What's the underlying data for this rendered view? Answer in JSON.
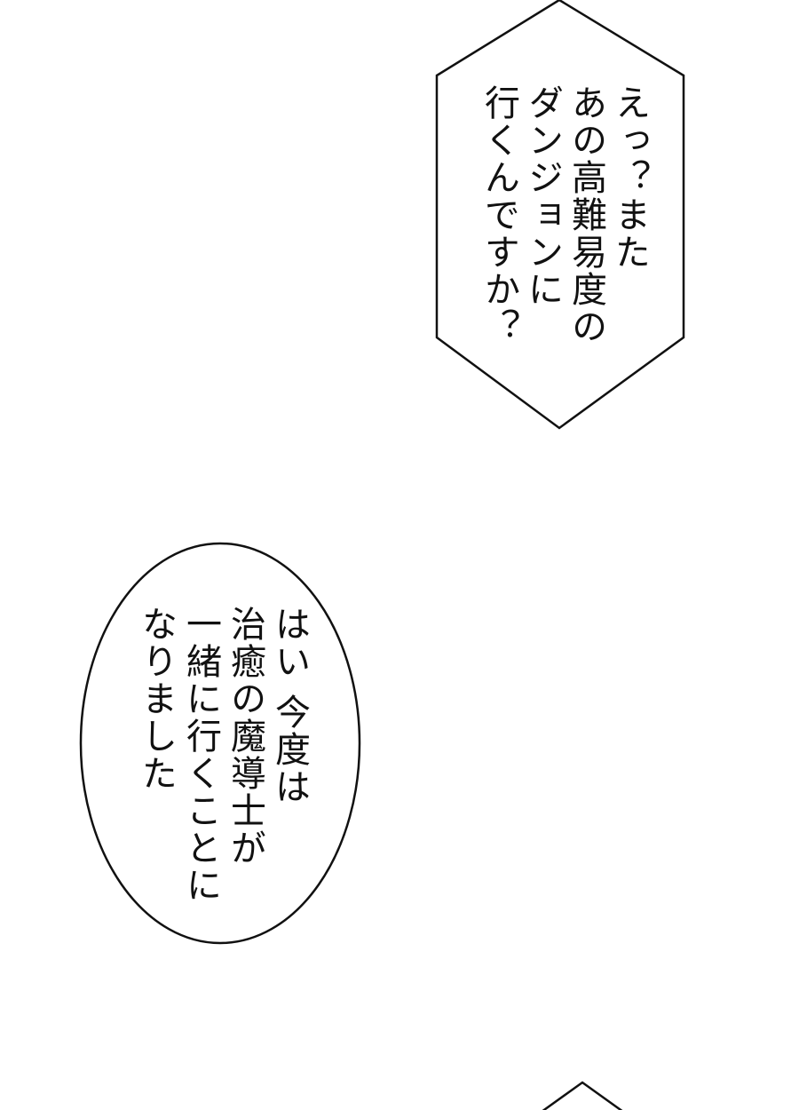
{
  "page": {
    "background": "#ffffff",
    "line_color": "#111111"
  },
  "bubble1": {
    "shape": "hexagon",
    "lines": [
      "えっ？また",
      "あの高難易度の",
      "ダンジョンに",
      "行くんですか？"
    ]
  },
  "bubble2": {
    "shape": "ellipse",
    "lines": [
      "はい 今度は",
      "治癒の魔導士が",
      "一緒に行くことに",
      "なりました"
    ]
  },
  "bubble3": {
    "shape": "hexagon-partial",
    "lines": []
  }
}
